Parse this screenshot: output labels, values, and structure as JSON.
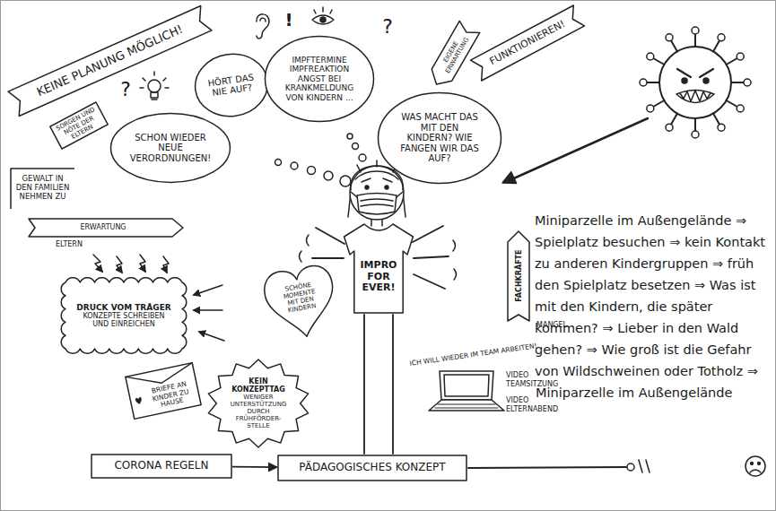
{
  "diagram": {
    "nodes": [
      {
        "text": [
          "KEINE PLANUNG MÖGLICH!"
        ]
      },
      {
        "text": [
          "SORGEN UND NÖTE DER ELTERN"
        ]
      },
      {
        "text": [
          "SCHON WIEDER NEUE VERORDNUNGEN!"
        ]
      },
      {
        "text": [
          "HÖRT DAS NIE AUF?"
        ]
      },
      {
        "text": [
          "IMPFTERMINE IMPFREAKTION ANGST BEI KRANKMELDUNG VON KINDERN ..."
        ]
      },
      {
        "text": [
          "FUNKTIONIEREN!"
        ]
      },
      {
        "text": [
          "EIGENE ERWARTUNG"
        ]
      },
      {
        "text": [
          "WAS MACHT DAS MIT DEN KINDERN? WIE FANGEN WIR DAS AUF?"
        ]
      },
      {
        "text": [
          "GEWALT IN DEN FAMILIEN NEHMEN ZU"
        ]
      },
      {
        "text": [
          "ERWARTUNG",
          "ELTERN"
        ]
      },
      {
        "text": [
          "DRUCK VOM TRÄGER",
          "KONZEPTE SCHREIBEN UND EINREICHEN"
        ]
      },
      {
        "text": [
          "SCHÖNE MOMENTE MIT DEN KINDERN"
        ]
      },
      {
        "text": [
          "IMPRO FOR EVER!"
        ]
      },
      {
        "text": [
          "FACHKRÄFTE",
          "MANGEL"
        ]
      },
      {
        "text": [
          "BRIEFE AN KINDER ZU HAUSE"
        ]
      },
      {
        "text": [
          "KEIN KONZEPTTAG",
          "WENIGER UNTERSTÜTZUNG DURCH FRÜHFÖRDER-STELLE"
        ]
      },
      {
        "text": [
          "CORONA REGELN"
        ]
      },
      {
        "text": [
          "PÄDAGOGISCHES KONZEPT"
        ]
      }
    ],
    "edges": [
      {
        "from": 16,
        "to": 17,
        "arrow": "to"
      }
    ],
    "labels": [
      "?",
      "!",
      "?",
      "ICH WILL WIEDER IM TEAM ARBEITEN!",
      "VIDEO TEAMSITZUNG",
      "VIDEO ELTERNABEND",
      "Miniparzelle im Außengelände ⇒ Spielplatz besuchen ⇒ kein Kontakt zu anderen Kindergruppen ⇒ früh den Spielplatz besetzen ⇒ Was ist mit den Kindern, die später kommen? ⇒ Lieber in den Wald gehen? ⇒ Wie groß ist die Gefahr von Wildschweinen oder Totholz ⇒ Miniparzelle im Außengelände"
    ]
  }
}
